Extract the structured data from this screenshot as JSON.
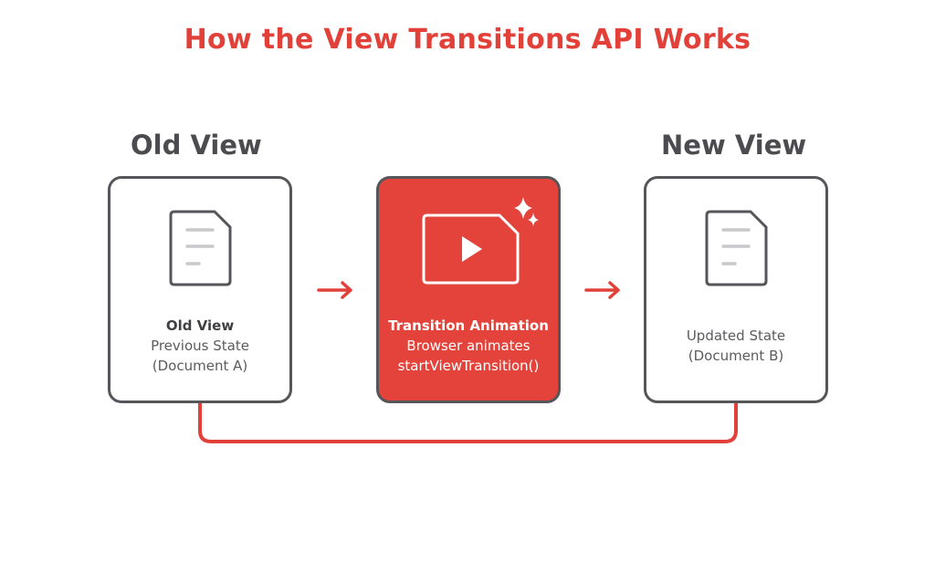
{
  "title": "How the View Transitions API Works",
  "headers": {
    "left": "Old View",
    "right": "New View"
  },
  "cards": [
    {
      "title": "Old View",
      "line1": "Previous State",
      "line2": "(Document A)",
      "icon": "document-icon"
    },
    {
      "title": "Transition Animation",
      "line1": "Browser animates",
      "line2": "startViewTransition()",
      "icon": "video-play-icon"
    },
    {
      "line1": "Updated State",
      "line2": "(Document B)",
      "icon": "document-icon"
    }
  ],
  "colors": {
    "accent": "#e2413a",
    "border": "#55555a",
    "text": "#4b4b50"
  }
}
